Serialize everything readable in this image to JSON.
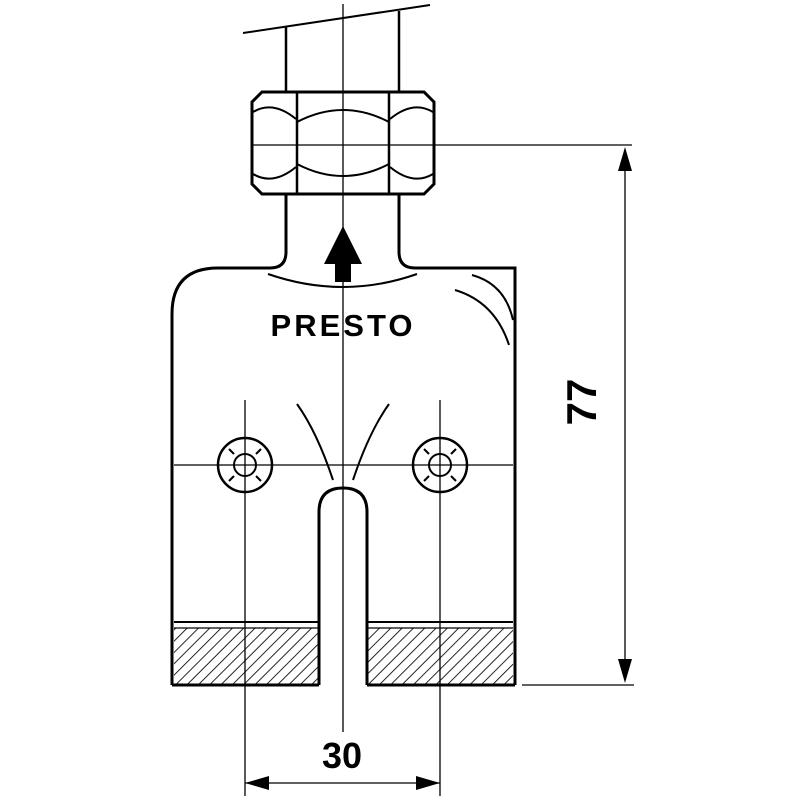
{
  "page": {
    "background": "#ffffff",
    "ink": "#000000",
    "type": "technical line drawing"
  },
  "diagram": {
    "brand": "PRESTO",
    "dimensions": {
      "height_label": "77",
      "width_label": "30"
    },
    "icons": {
      "flow_arrow": "up-arrow"
    }
  }
}
